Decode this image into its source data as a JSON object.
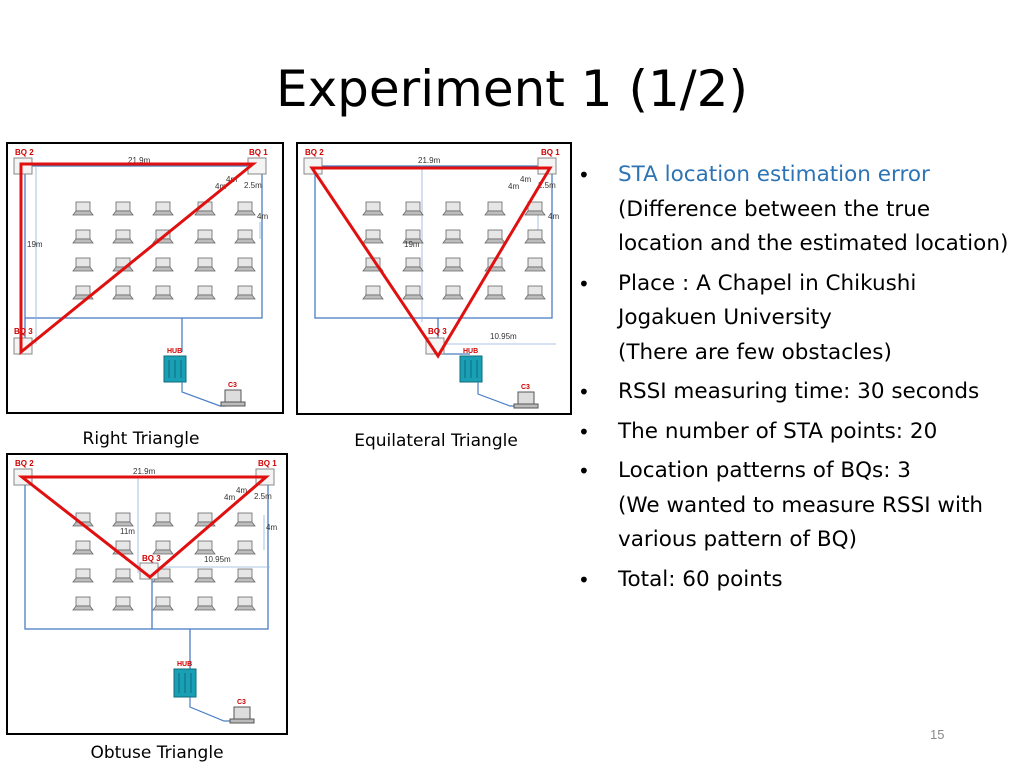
{
  "title": "Experiment 1 (1/2)",
  "panels": {
    "right": {
      "caption": "Right Triangle",
      "bq1": "BQ 1",
      "bq2": "BQ 2",
      "bq3": "BQ 3",
      "hub": "HUB",
      "c3": "C3",
      "dim_width": "21.9m",
      "dim_height": "19m",
      "dim_4m_a": "4m",
      "dim_4m_b": "4m",
      "dim_2_5m": "2.5m",
      "dim_4m_c": "4m"
    },
    "equilateral": {
      "caption": "Equilateral Triangle",
      "bq1": "BQ 1",
      "bq2": "BQ 2",
      "bq3": "BQ 3",
      "hub": "HUB",
      "c3": "C3",
      "dim_width": "21.9m",
      "dim_height": "19m",
      "dim_offset": "10.95m",
      "dim_4m_a": "4m",
      "dim_4m_b": "4m",
      "dim_2_5m": "2.5m",
      "dim_4m_c": "4m"
    },
    "obtuse": {
      "caption": "Obtuse Triangle",
      "bq1": "BQ 1",
      "bq2": "BQ 2",
      "bq3": "BQ 3",
      "hub": "HUB",
      "c3": "C3",
      "dim_width": "21.9m",
      "dim_height": "11m",
      "dim_offset": "10.95m",
      "dim_4m_a": "4m",
      "dim_4m_b": "4m",
      "dim_2_5m": "2.5m",
      "dim_4m_c": "4m"
    }
  },
  "bullets": [
    {
      "highlight": "STA location estimation error",
      "lines": [
        "(Difference between the true location and the estimated location)"
      ]
    },
    {
      "highlight": "",
      "lines": [
        "Place : A Chapel in Chikushi Jogakuen University",
        "(There are few obstacles)"
      ]
    },
    {
      "highlight": "",
      "lines": [
        "RSSI measuring time: 30 seconds"
      ]
    },
    {
      "highlight": "",
      "lines": [
        "The number of STA points: 20"
      ]
    },
    {
      "highlight": "",
      "lines": [
        "Location patterns of BQs: 3",
        "(We wanted to measure RSSI with various pattern of BQ)"
      ]
    },
    {
      "highlight": "",
      "lines": [
        "Total: 60 points"
      ]
    }
  ],
  "page_number": "15",
  "colors": {
    "triangle": "#e01010",
    "network": "#4a7ec4",
    "hub": "#1aa0b4"
  }
}
